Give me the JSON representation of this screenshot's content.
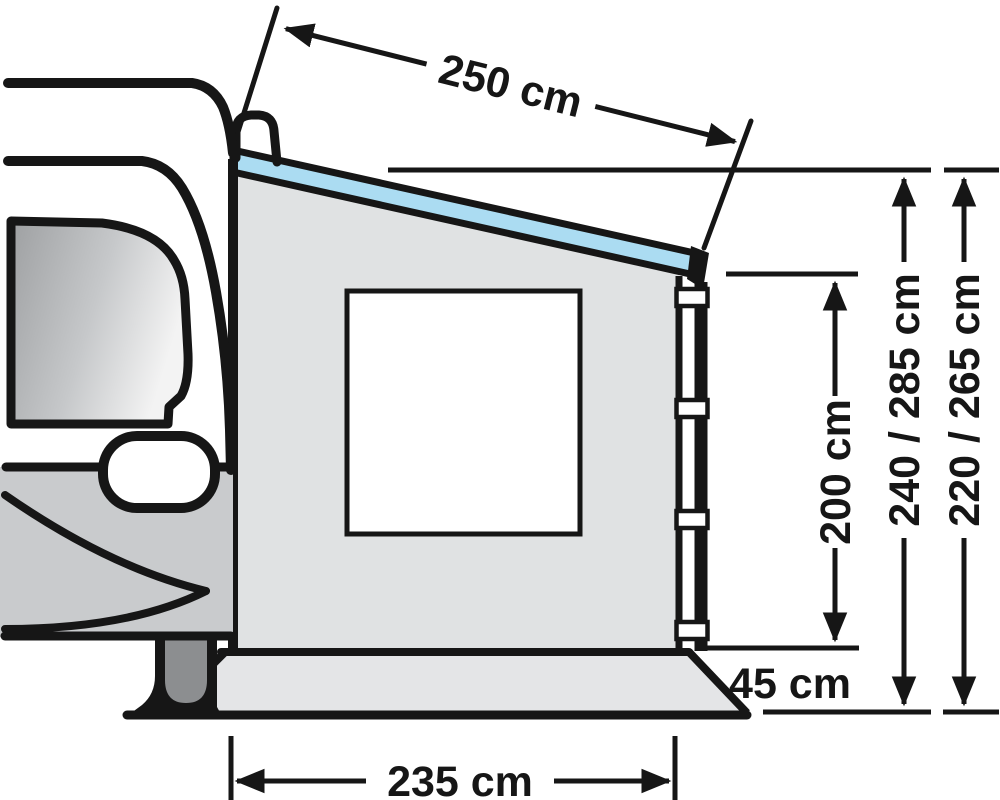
{
  "diagram": {
    "name": "awning-side-wall-dimension-drawing",
    "labels": {
      "awning_depth": "250 cm",
      "side_wall_height": "200 cm",
      "rail_height_range": "240 / 285 cm",
      "leg_height_range": "220 / 265 cm",
      "skirt_height": "45 cm",
      "base_width": "235 cm"
    },
    "colors": {
      "outline": "#161616",
      "awning_fabric": "#e0e2e3",
      "roof_rail_blue": "#abdcf2",
      "van_body_gray": "#c9cbcd",
      "wheel_gray": "#8c8e90",
      "ground_flap_gray": "#e4e5e7",
      "window_white": "#ffffff"
    }
  }
}
